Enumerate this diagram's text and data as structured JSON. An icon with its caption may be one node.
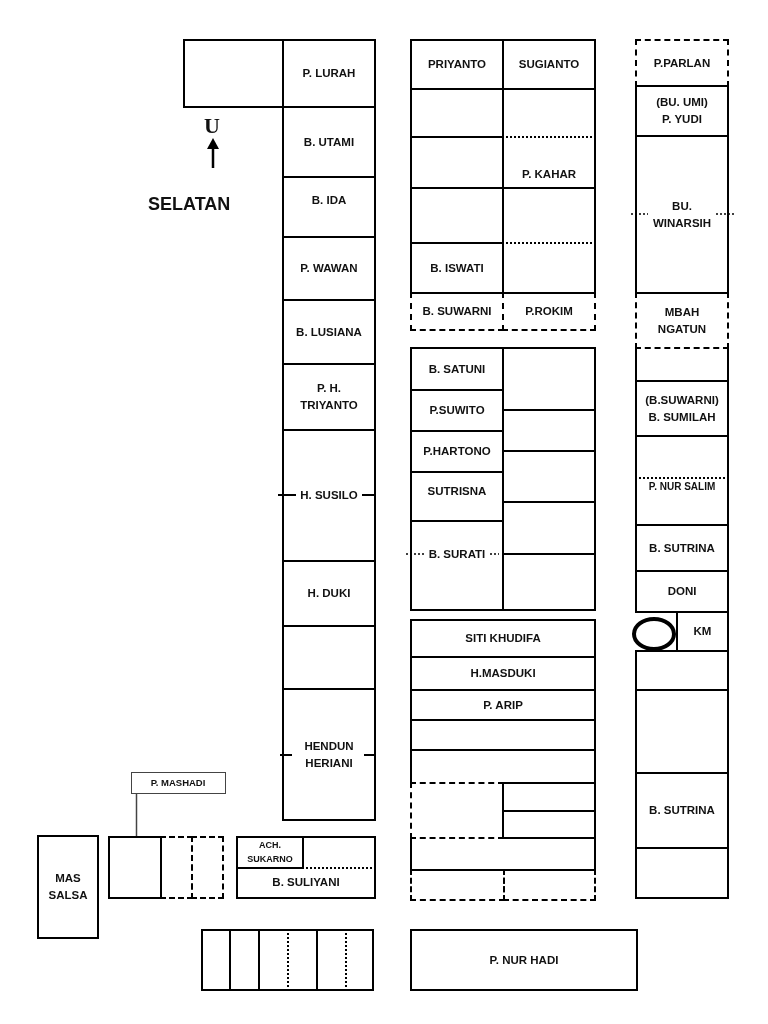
{
  "diagram": {
    "nodes": [
      {
        "text": [],
        "shape": "box"
      },
      {
        "text": [
          "P. LURAH"
        ]
      },
      {
        "text": [
          "B. UTAMI"
        ]
      },
      {
        "text": [
          "B. IDA"
        ]
      },
      {
        "text": [
          "P. WAWAN"
        ]
      },
      {
        "text": [
          "B. LUSIANA"
        ]
      },
      {
        "text": [
          "P. H. TRIYANTO"
        ]
      },
      {
        "text": [
          "H. SUSILO"
        ]
      },
      {
        "text": [
          "H. DUKI"
        ]
      },
      {
        "text": [],
        "shape": "box"
      },
      {
        "text": [
          "HENDUN HERIANI"
        ]
      },
      {
        "text": [
          "PRIYANTO"
        ]
      },
      {
        "text": [
          "SUGIANTO"
        ]
      },
      {
        "text": [],
        "shape": "box"
      },
      {
        "text": [],
        "shape": "box"
      },
      {
        "text": [],
        "shape": "box"
      },
      {
        "text": [
          "P. KAHAR"
        ]
      },
      {
        "text": [],
        "shape": "box"
      },
      {
        "text": [],
        "shape": "box"
      },
      {
        "text": [
          "B. ISWATI"
        ]
      },
      {
        "text": [],
        "shape": "box"
      },
      {
        "text": [
          "B. SUWARNI"
        ]
      },
      {
        "text": [
          "P.ROKIM"
        ]
      },
      {
        "text": [
          "B. SATUNI"
        ]
      },
      {
        "text": [],
        "shape": "box"
      },
      {
        "text": [
          "P.SUWITO"
        ]
      },
      {
        "text": [],
        "shape": "box"
      },
      {
        "text": [
          "P.HARTONO"
        ]
      },
      {
        "text": [],
        "shape": "box"
      },
      {
        "text": [
          "SUTRISNA"
        ]
      },
      {
        "text": [],
        "shape": "box"
      },
      {
        "text": [
          "B. SURATI"
        ]
      },
      {
        "text": [],
        "shape": "box"
      },
      {
        "text": [
          "SITI KHUDIFA"
        ]
      },
      {
        "text": [
          "H.MASDUKI"
        ]
      },
      {
        "text": [
          "P. ARIP"
        ]
      },
      {
        "text": [],
        "shape": "box"
      },
      {
        "text": [],
        "shape": "box"
      },
      {
        "text": [],
        "shape": "box"
      },
      {
        "text": [],
        "shape": "box"
      },
      {
        "text": [],
        "shape": "box"
      },
      {
        "text": [],
        "shape": "box"
      },
      {
        "text": [],
        "shape": "box"
      },
      {
        "text": [],
        "shape": "box"
      },
      {
        "text": [
          "P.PARLAN"
        ]
      },
      {
        "text": [
          "(BU. UMI)",
          "P. YUDI"
        ]
      },
      {
        "text": [
          "BU. WINARSIH"
        ]
      },
      {
        "text": [
          "MBAH NGATUN"
        ]
      },
      {
        "text": [],
        "shape": "box"
      },
      {
        "text": [
          "(B.SUWARNI)",
          "B. SUMILAH"
        ]
      },
      {
        "text": [],
        "shape": "box"
      },
      {
        "text": [
          "P. NUR SALIM"
        ]
      },
      {
        "text": [
          "B. SUTRINA"
        ]
      },
      {
        "text": [
          "DONI"
        ]
      },
      {
        "text": [],
        "shape": "circle"
      },
      {
        "text": [
          "KM"
        ]
      },
      {
        "text": [],
        "shape": "box"
      },
      {
        "text": [],
        "shape": "box"
      },
      {
        "text": [
          "B. SUTRINA"
        ]
      },
      {
        "text": [],
        "shape": "box"
      },
      {
        "text": [
          "MAS SALSA"
        ]
      },
      {
        "text": [
          "P. MASHADI"
        ]
      },
      {
        "text": [],
        "shape": "box"
      },
      {
        "text": [],
        "shape": "box"
      },
      {
        "text": [],
        "shape": "box"
      },
      {
        "text": [
          "ACH. SUKARNO"
        ]
      },
      {
        "text": [],
        "shape": "box"
      },
      {
        "text": [
          "B. SULIYANI"
        ]
      },
      {
        "text": [],
        "shape": "box"
      },
      {
        "text": [],
        "shape": "box"
      },
      {
        "text": [],
        "shape": "box"
      },
      {
        "text": [],
        "shape": "box"
      },
      {
        "text": [],
        "shape": "box"
      },
      {
        "text": [],
        "shape": "box"
      },
      {
        "text": [
          "P. NUR HADI"
        ]
      }
    ],
    "edges": [
      {
        "from": 61,
        "to": 62,
        "arrow": "none"
      }
    ],
    "labels": [
      "U",
      "SELATAN"
    ]
  }
}
